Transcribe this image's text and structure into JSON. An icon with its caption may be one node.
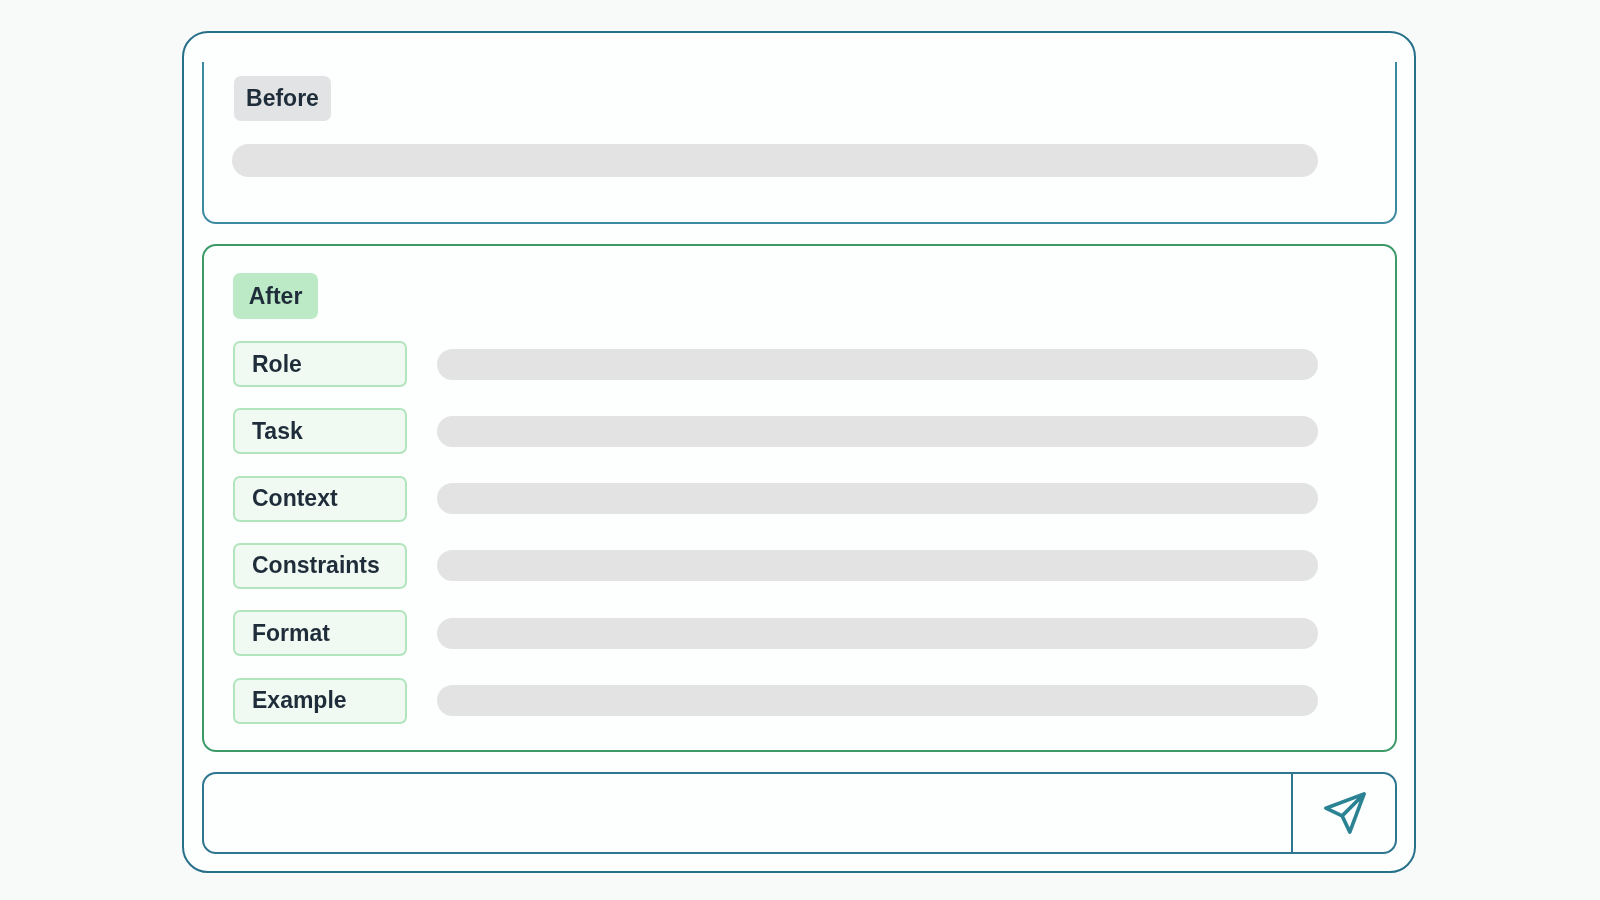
{
  "diagram": {
    "nodes": [
      {
        "text": [],
        "shape": "box"
      },
      {
        "text": [
          "Before"
        ],
        "in": 0
      },
      {
        "text": [],
        "shape": "bar",
        "in": 1
      },
      {
        "text": [
          "After"
        ],
        "in": 0
      },
      {
        "text": [
          "Role"
        ],
        "in": 3
      },
      {
        "text": [],
        "shape": "bar",
        "in": 3
      },
      {
        "text": [
          "Task"
        ],
        "in": 3
      },
      {
        "text": [],
        "shape": "bar",
        "in": 3
      },
      {
        "text": [
          "Context"
        ],
        "in": 3
      },
      {
        "text": [],
        "shape": "bar",
        "in": 3
      },
      {
        "text": [
          "Constraints"
        ],
        "in": 3
      },
      {
        "text": [],
        "shape": "bar",
        "in": 3
      },
      {
        "text": [
          "Format"
        ],
        "in": 3
      },
      {
        "text": [],
        "shape": "bar",
        "in": 3
      },
      {
        "text": [
          "Example"
        ],
        "in": 3
      },
      {
        "text": [],
        "shape": "bar",
        "in": 3
      },
      {
        "text": [],
        "shape": "box",
        "in": 0
      },
      {
        "text": [],
        "shape": "box",
        "in": 16
      }
    ]
  }
}
